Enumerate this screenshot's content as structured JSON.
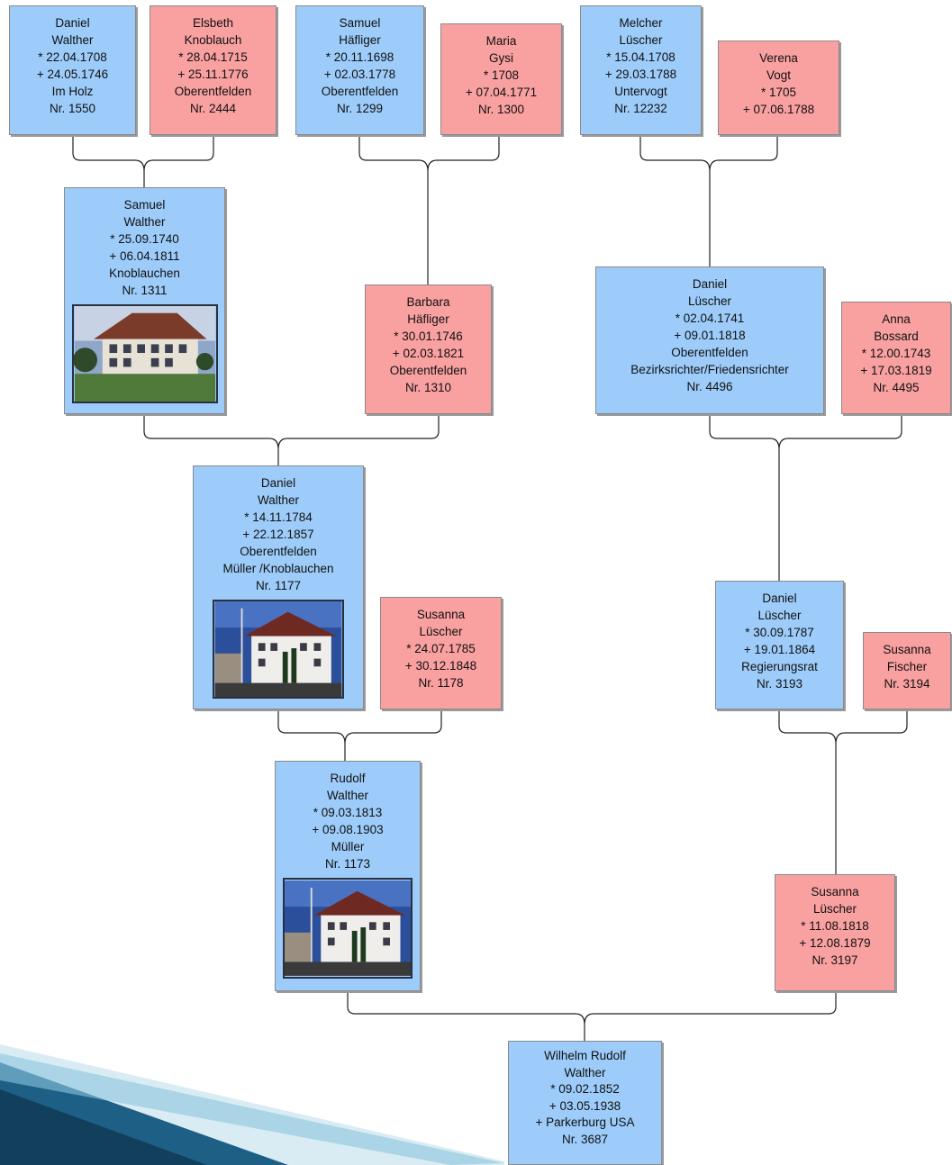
{
  "persons": {
    "p1550": {
      "lines": [
        "Daniel",
        "Walther",
        "* 22.04.1708",
        "+ 24.05.1746",
        "Im Holz",
        "Nr. 1550"
      ]
    },
    "p2444": {
      "lines": [
        "Elsbeth",
        "Knoblauch",
        "* 28.04.1715",
        "+ 25.11.1776",
        "Oberentfelden",
        "Nr. 2444"
      ]
    },
    "p1299": {
      "lines": [
        "Samuel",
        "Häfliger",
        "* 20.11.1698",
        "+ 02.03.1778",
        "Oberentfelden",
        "Nr. 1299"
      ]
    },
    "p1300": {
      "lines": [
        "Maria",
        "Gysi",
        "* 1708",
        "+ 07.04.1771",
        "Nr. 1300"
      ]
    },
    "p12232": {
      "lines": [
        "Melcher",
        "Lüscher",
        "* 15.04.1708",
        "+ 29.03.1788",
        "Untervogt",
        "Nr. 12232"
      ]
    },
    "p_vogt": {
      "lines": [
        "Verena",
        "Vogt",
        "* 1705",
        "+ 07.06.1788"
      ]
    },
    "p1311": {
      "lines": [
        "Samuel",
        "Walther",
        "* 25.09.1740",
        "+ 06.04.1811",
        "Knoblauchen",
        "Nr. 1311"
      ]
    },
    "p1310": {
      "lines": [
        "Barbara",
        "Häfliger",
        "* 30.01.1746",
        "+ 02.03.1821",
        "Oberentfelden",
        "Nr. 1310"
      ]
    },
    "p4496": {
      "lines": [
        "Daniel",
        "Lüscher",
        "* 02.04.1741",
        "+ 09.01.1818",
        "Oberentfelden",
        "Bezirksrichter/Friedensrichter",
        "Nr. 4496"
      ]
    },
    "p4495": {
      "lines": [
        "Anna",
        "Bossard",
        "* 12.00.1743",
        "+ 17.03.1819",
        "Nr. 4495"
      ]
    },
    "p1177": {
      "lines": [
        "Daniel",
        "Walther",
        "* 14.11.1784",
        "+ 22.12.1857",
        "Oberentfelden",
        "Müller /Knoblauchen",
        "Nr. 1177"
      ]
    },
    "p1178": {
      "lines": [
        "Susanna",
        "Lüscher",
        "* 24.07.1785",
        "+ 30.12.1848",
        "Nr. 1178"
      ]
    },
    "p3193": {
      "lines": [
        "Daniel",
        "Lüscher",
        "* 30.09.1787",
        "+ 19.01.1864",
        "Regierungsrat",
        "Nr. 3193"
      ]
    },
    "p3194": {
      "lines": [
        "Susanna",
        "Fischer",
        "Nr. 3194"
      ]
    },
    "p1173": {
      "lines": [
        "Rudolf",
        "Walther",
        "* 09.03.1813",
        "+ 09.08.1903",
        "Müller",
        "Nr. 1173"
      ]
    },
    "p3197": {
      "lines": [
        "Susanna",
        "Lüscher",
        "* 11.08.1818",
        "+ 12.08.1879",
        "Nr. 3197"
      ]
    },
    "p3687": {
      "lines": [
        "Wilhelm Rudolf",
        "Walther",
        "* 09.02.1852",
        "+ 03.05.1938",
        "+ Parkerburg USA",
        "Nr. 3687"
      ]
    }
  },
  "colors": {
    "male": "#9dccfa",
    "female": "#f9a0a0",
    "connector": "#222222"
  }
}
